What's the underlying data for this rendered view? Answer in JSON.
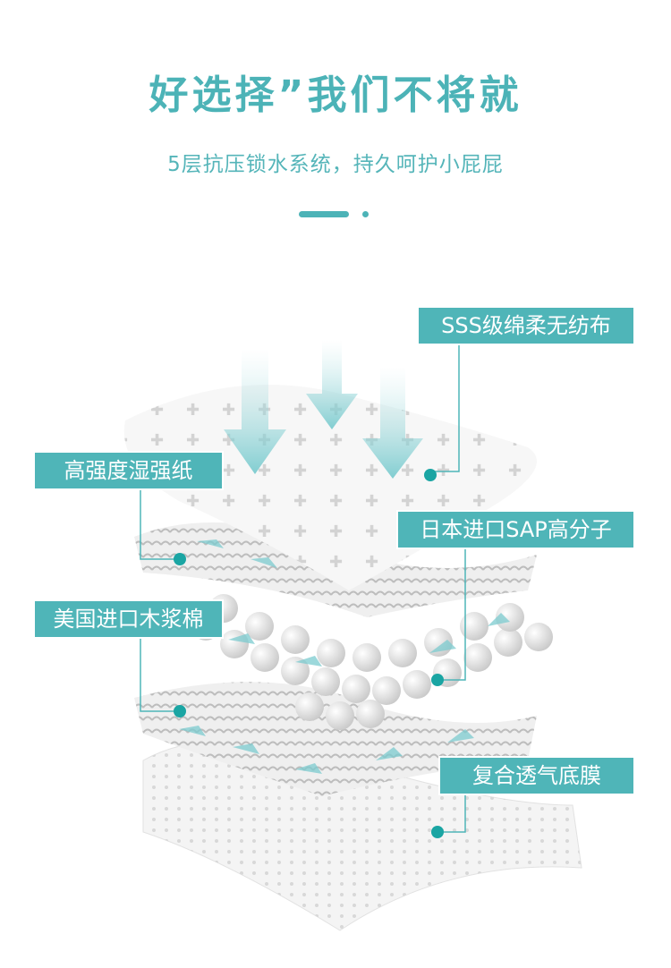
{
  "header": {
    "title": "好选择”我们不将就",
    "subtitle": "5层抗压锁水系统，持久呵护小屁屁"
  },
  "layers": [
    {
      "label": "SSS级绵柔无纺布"
    },
    {
      "label": "高强度湿强纸"
    },
    {
      "label": "日本进口SAP高分子"
    },
    {
      "label": "美国进口木浆棉"
    },
    {
      "label": "复合透气底膜"
    }
  ],
  "colors": {
    "accent": "#4cb3b7",
    "label_bg": "#4fb5b8",
    "arrow": "#8fd3d6"
  }
}
